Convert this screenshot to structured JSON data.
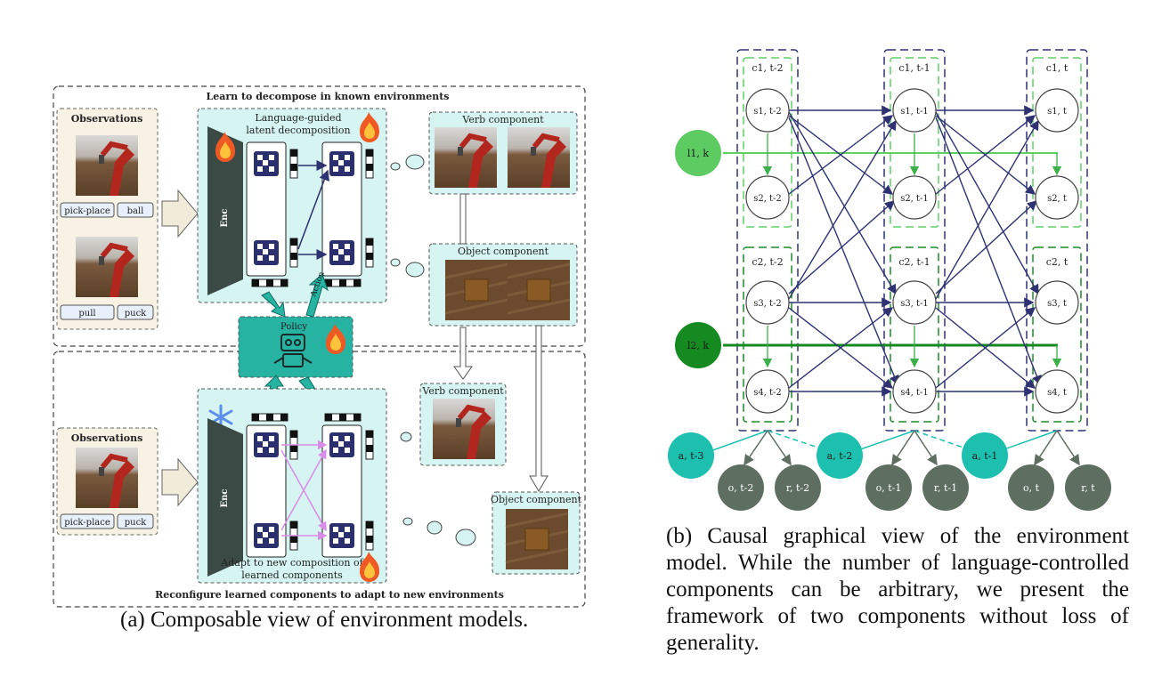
{
  "panel_a": {
    "top_region_label": "Learn to decompose in known environments",
    "bottom_region_label": "Reconfigure learned components to adapt to new environments",
    "observations_title": "Observations",
    "obs1_tags": [
      "pick-place",
      "ball"
    ],
    "obs2_tags": [
      "pull",
      "puck"
    ],
    "obs3_tags": [
      "pick-place",
      "puck"
    ],
    "enc_label": "Enc",
    "decomp_title_1": "Language-guided",
    "decomp_title_2": "latent decomposition",
    "adapt_title_1": "Adapt to new composition of",
    "adapt_title_2": "learned components",
    "policy_label": "Policy",
    "action_label": "Action",
    "verb_component": "Verb component",
    "object_component": "Object component",
    "colors": {
      "panel_bg": "#d6f5f2",
      "obs_bg": "#f7f2e3",
      "enc": "#3b4a45",
      "teal": "#27b3a2",
      "navy": "#2b2f6e",
      "pink": "#d98ce8"
    }
  },
  "panel_b": {
    "c_labels": [
      "c1, t-2",
      "c1, t-1",
      "c1, t",
      "c2, t-2",
      "c2, t-1",
      "c2, t"
    ],
    "s_labels": [
      [
        "s1, t-2",
        "s2, t-2",
        "s3, t-2",
        "s4, t-2"
      ],
      [
        "s1, t-1",
        "s2, t-1",
        "s3, t-1",
        "s4, t-1"
      ],
      [
        "s1, t",
        "s2, t",
        "s3, t",
        "s4, t"
      ]
    ],
    "l_labels": [
      "l1, k",
      "l2, k"
    ],
    "a_labels": [
      "a, t-3",
      "a, t-2",
      "a, t-1"
    ],
    "o_labels": [
      "o, t-2",
      "o, t-1",
      "o, t"
    ],
    "r_labels": [
      "r, t-2",
      "r, t-1",
      "r, t"
    ],
    "colors": {
      "navy": "#2e3272",
      "green_light": "#5fcf67",
      "green_dark": "#1e8a2a",
      "l1_fill": "#5ccc62",
      "l2_fill": "#148a20",
      "a_fill": "#1dbfae",
      "or_fill": "#5e6f62"
    }
  },
  "captions": {
    "a": "(a) Composable view of environment models.",
    "b": "(b) Causal graphical view of the environment model. While the number of language-controlled components can be arbitrary, we present the framework of two components without loss of generality."
  }
}
